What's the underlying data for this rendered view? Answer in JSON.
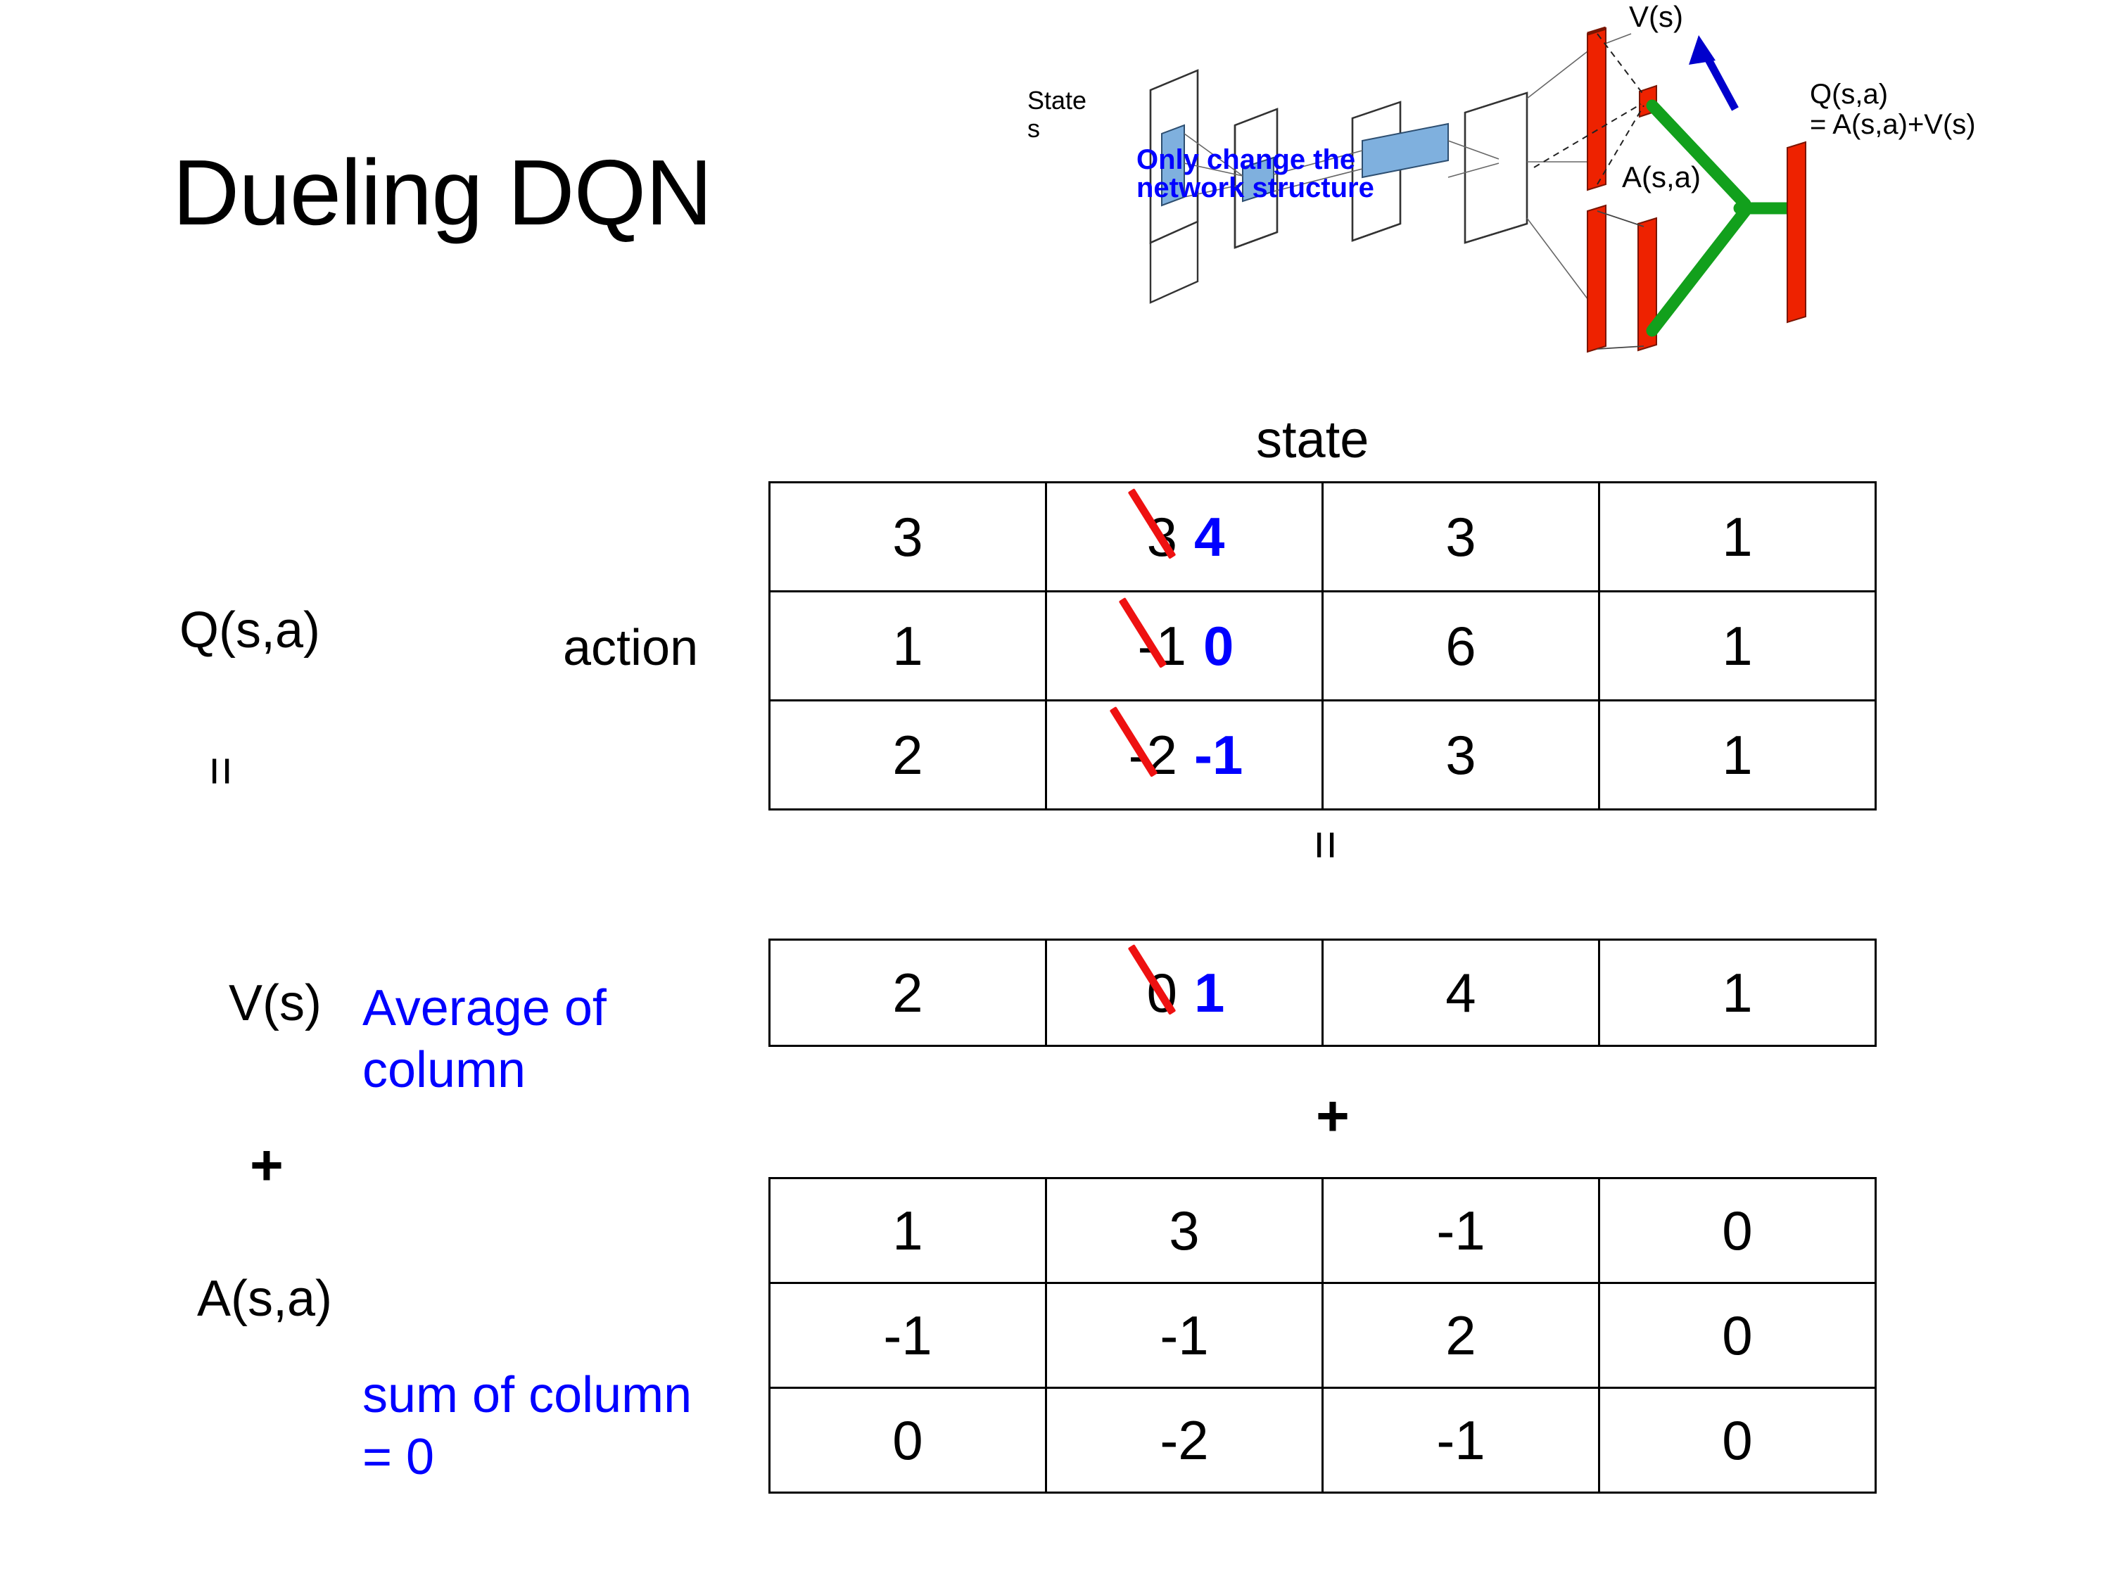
{
  "title": "Dueling DQN",
  "diagram": {
    "state_label_line1": "State",
    "state_label_line2": "s",
    "note_line1": "Only change the",
    "note_line2": "network structure",
    "v_label": "V(s)",
    "a_label": "A(s,a)",
    "q_label_line1": "Q(s,a)",
    "q_label_line2": "= A(s,a)+V(s)",
    "colors": {
      "note": "#0000ff",
      "arrow": "#0000cc",
      "bar": "#ee2200",
      "bar_dark": "#aa1100",
      "merge": "#12a01c",
      "cube_fill": "#7fb0de"
    }
  },
  "labels": {
    "q_label": "Q(s,a)",
    "action": "action",
    "state": "state",
    "v_label": "V(s)",
    "a_label": "A(s,a)",
    "equals_1": "=",
    "equals_2": "=",
    "plus_1": "+",
    "plus_2": "+"
  },
  "notes": {
    "average_of_column": "Average of column",
    "sum_of_column": "sum of column = 0",
    "color": "#0000ff"
  },
  "chart_data": {
    "type": "table",
    "title": "Dueling DQN value decomposition Q(s,a) = V(s) + A(s,a)",
    "xlabel": "state",
    "ylabel": "action",
    "edit_color": "#0000ff",
    "strike_color": "#ee1111",
    "tables": [
      {
        "name": "Q(s,a)",
        "column_header": "state",
        "row_header": "action",
        "rows": [
          [
            {
              "value": "3"
            },
            {
              "value": "3",
              "struck": true,
              "new_value": "4"
            },
            {
              "value": "3"
            },
            {
              "value": "1"
            }
          ],
          [
            {
              "value": "1"
            },
            {
              "value": "-1",
              "struck": true,
              "new_value": "0"
            },
            {
              "value": "6"
            },
            {
              "value": "1"
            }
          ],
          [
            {
              "value": "2"
            },
            {
              "value": "-2",
              "struck": true,
              "new_value": "-1"
            },
            {
              "value": "3"
            },
            {
              "value": "1"
            }
          ]
        ]
      },
      {
        "name": "V(s)",
        "rows": [
          [
            {
              "value": "2"
            },
            {
              "value": "0",
              "struck": true,
              "new_value": "1"
            },
            {
              "value": "4"
            },
            {
              "value": "1"
            }
          ]
        ]
      },
      {
        "name": "A(s,a)",
        "rows": [
          [
            {
              "value": "1"
            },
            {
              "value": "3"
            },
            {
              "value": "-1"
            },
            {
              "value": "0"
            }
          ],
          [
            {
              "value": "-1"
            },
            {
              "value": "-1"
            },
            {
              "value": "2"
            },
            {
              "value": "0"
            }
          ],
          [
            {
              "value": "0"
            },
            {
              "value": "-2"
            },
            {
              "value": "-1"
            },
            {
              "value": "0"
            }
          ]
        ]
      }
    ]
  }
}
